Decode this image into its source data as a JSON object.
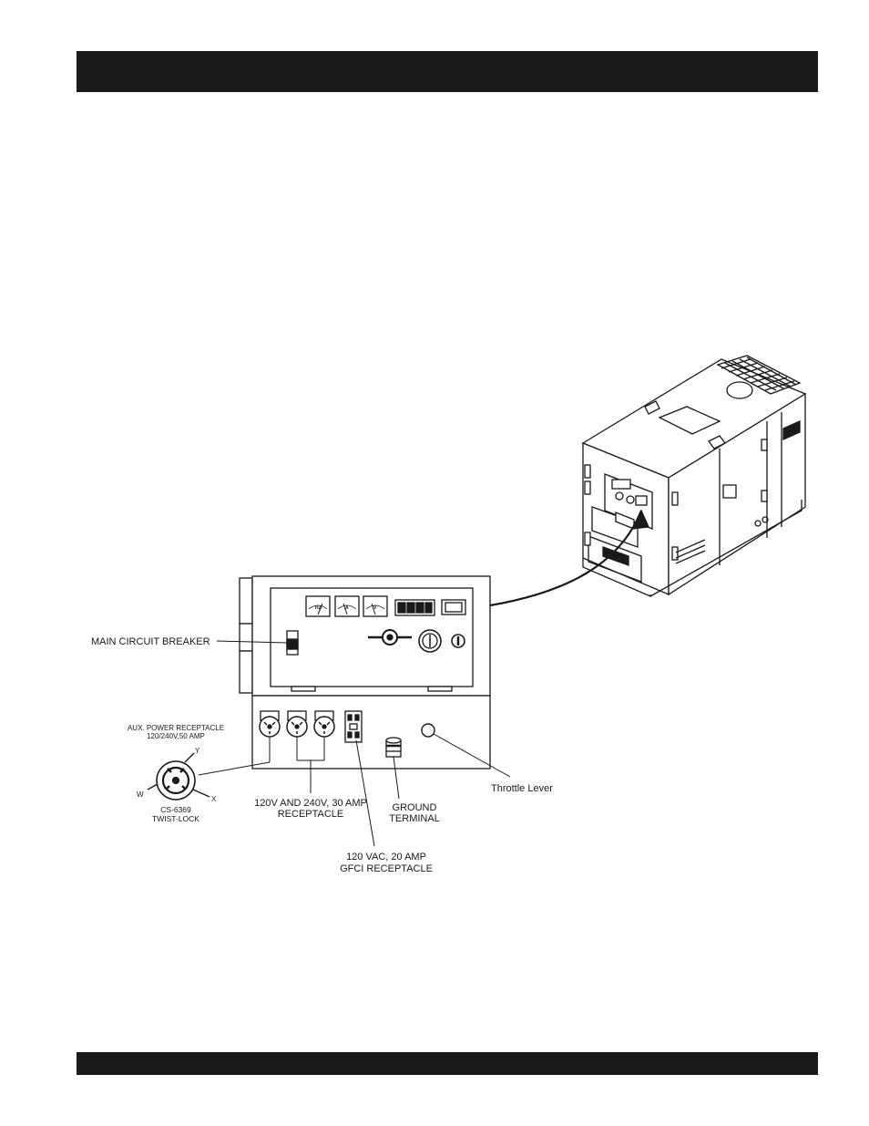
{
  "labels": {
    "main_circuit_breaker": "MAIN CIRCUIT BREAKER",
    "aux_power_line1": "AUX. POWER RECEPTACLE",
    "aux_power_line2": "120/240V,50 AMP",
    "twist_lock_line1": "CS-6369",
    "twist_lock_line2": "TWIST-LOCK",
    "pin_y": "Y",
    "pin_w": "W",
    "pin_x": "X",
    "receptacle_30a_line1": "120V AND 240V, 30 AMP",
    "receptacle_30a_line2": "RECEPTACLE",
    "ground_terminal_line1": "GROUND",
    "ground_terminal_line2": "TERMINAL",
    "gfci_line1": "120 VAC, 20 AMP",
    "gfci_line2": "GFCI RECEPTACLE",
    "throttle_lever": "Throttle Lever",
    "meter_hz": "HZ",
    "meter_a": "A",
    "meter_v": "V"
  },
  "colors": {
    "ink": "#1a1a1a",
    "paper": "#ffffff"
  }
}
